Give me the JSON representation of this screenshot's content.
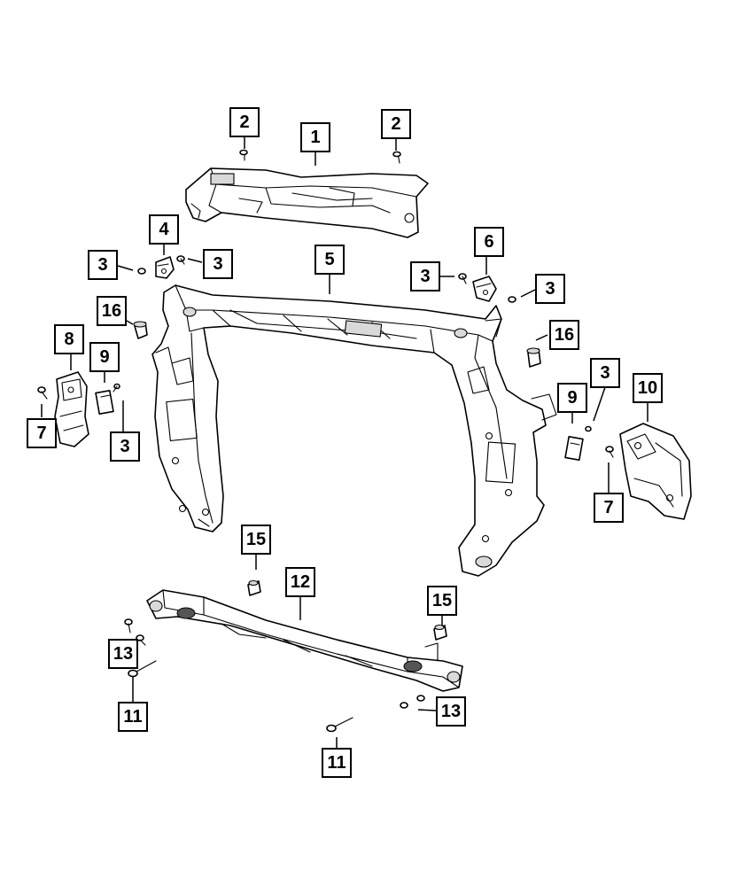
{
  "callouts": [
    {
      "id": "c2a",
      "label": "2"
    },
    {
      "id": "c1",
      "label": "1"
    },
    {
      "id": "c2b",
      "label": "2"
    },
    {
      "id": "c4",
      "label": "4"
    },
    {
      "id": "c3a",
      "label": "3"
    },
    {
      "id": "c3b",
      "label": "3"
    },
    {
      "id": "c5",
      "label": "5"
    },
    {
      "id": "c6",
      "label": "6"
    },
    {
      "id": "c3c",
      "label": "3"
    },
    {
      "id": "c3d",
      "label": "3"
    },
    {
      "id": "c16a",
      "label": "16"
    },
    {
      "id": "c16b",
      "label": "16"
    },
    {
      "id": "c8",
      "label": "8"
    },
    {
      "id": "c9a",
      "label": "9"
    },
    {
      "id": "c7a",
      "label": "7"
    },
    {
      "id": "c3e",
      "label": "3"
    },
    {
      "id": "c3f",
      "label": "3"
    },
    {
      "id": "c9b",
      "label": "9"
    },
    {
      "id": "c10",
      "label": "10"
    },
    {
      "id": "c7b",
      "label": "7"
    },
    {
      "id": "c15a",
      "label": "15"
    },
    {
      "id": "c12",
      "label": "12"
    },
    {
      "id": "c15b",
      "label": "15"
    },
    {
      "id": "c13a",
      "label": "13"
    },
    {
      "id": "c11a",
      "label": "11"
    },
    {
      "id": "c13b",
      "label": "13"
    },
    {
      "id": "c11b",
      "label": "11"
    }
  ]
}
